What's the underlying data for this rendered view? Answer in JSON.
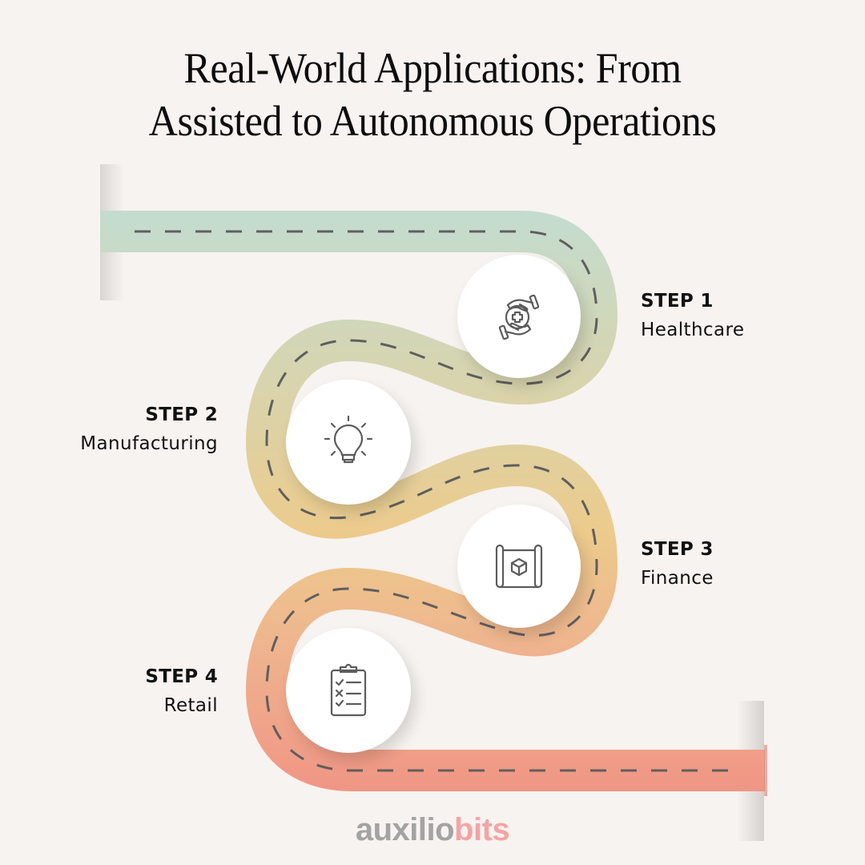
{
  "title": {
    "line1": "Real-World Applications: From",
    "line2": "Assisted to Autonomous Operations"
  },
  "colors": {
    "background": "#f7f3f0",
    "road_start": "#c3dccf",
    "road_mid1": "#d8d4ad",
    "road_mid2": "#eccb8c",
    "road_mid3": "#efb48e",
    "road_end": "#f09585",
    "lane_dash": "#5f5f5f",
    "icon_stroke": "#5c5c5c",
    "logo_gray": "#a3a3a3",
    "logo_pink": "#f4a4a4"
  },
  "steps": [
    {
      "number": "STEP 1",
      "name": "Healthcare",
      "icon": "caring-hands-medical-cross-icon"
    },
    {
      "number": "STEP 2",
      "name": "Manufacturing",
      "icon": "lightbulb-icon"
    },
    {
      "number": "STEP 3",
      "name": "Finance",
      "icon": "blueprint-cube-icon"
    },
    {
      "number": "STEP 4",
      "name": "Retail",
      "icon": "clipboard-checklist-icon"
    }
  ],
  "logo": {
    "part1": "auxilio",
    "part2": "bits"
  }
}
